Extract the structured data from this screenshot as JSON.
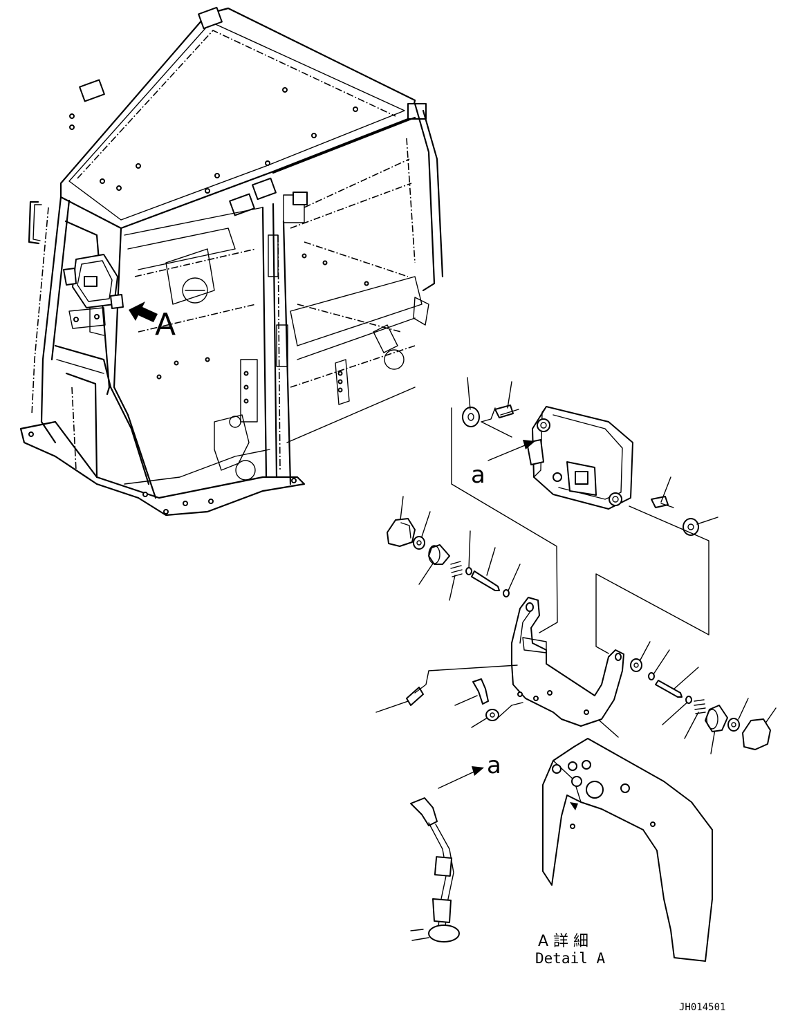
{
  "drawing": {
    "view_marker": "A",
    "connection_marker": "a",
    "detail_title_jp": "A 詳 細",
    "detail_title_en": "Detail A",
    "drawing_number": "JH014501"
  }
}
